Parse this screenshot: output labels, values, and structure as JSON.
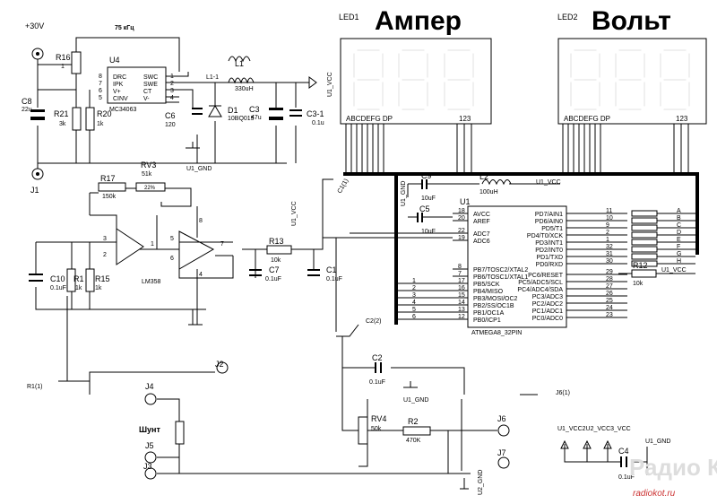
{
  "display_ammeter": {
    "ref": "LED1",
    "title": "Ампер",
    "segments": "ABCDEFG DP",
    "digits": "123"
  },
  "display_voltmeter": {
    "ref": "LED2",
    "title": "Вольт",
    "segments": "ABCDEFG DP",
    "digits": "123"
  },
  "power": {
    "supply": "+30V",
    "freq": "75 кГц",
    "net": "U1_VCC",
    "gnd": "U1_GND"
  },
  "converter": {
    "ref": "U4",
    "part": "MC34063",
    "pins_left": [
      "DRC",
      "IPK",
      "V+",
      "CINV"
    ],
    "pins_right": [
      "SWC",
      "SWE",
      "CT",
      "V-"
    ],
    "pin_nums_left": [
      "8",
      "7",
      "6",
      "5"
    ],
    "pin_nums_right": [
      "1",
      "2",
      "3",
      "4"
    ]
  },
  "passives": {
    "R16": {
      "ref": "R16",
      "val": "1"
    },
    "R21": {
      "ref": "R21",
      "val": "3k"
    },
    "R20": {
      "ref": "R20",
      "val": "1k"
    },
    "C8": {
      "ref": "C8",
      "val": "22u"
    },
    "C6": {
      "ref": "C6",
      "val": "120"
    },
    "L1": {
      "ref": "L1",
      "val": "330uH",
      "net": "L1-1"
    },
    "D1": {
      "ref": "D1",
      "val": "10BQ015"
    },
    "C3": {
      "ref": "C3",
      "val": "47u"
    },
    "C31": {
      "ref": "C3-1",
      "val": "0.1u"
    },
    "R17": {
      "ref": "R17",
      "val": "150k"
    },
    "RV3": {
      "ref": "RV3",
      "val": "51k",
      "pct": "22%"
    },
    "C10": {
      "ref": "C10",
      "val": "0.1uF"
    },
    "R1": {
      "ref": "R1",
      "val": "1k"
    },
    "R15": {
      "ref": "R15",
      "val": "1k"
    },
    "R13": {
      "ref": "R13",
      "val": "10k"
    },
    "C7": {
      "ref": "C7",
      "val": "0.1uF"
    },
    "C1": {
      "ref": "C1",
      "val": "0.1uF"
    },
    "C9": {
      "ref": "C9",
      "val": "10uF"
    },
    "L2": {
      "ref": "L2",
      "val": "100uH"
    },
    "C5": {
      "ref": "C5",
      "val": "10uF"
    },
    "R12": {
      "ref": "R12",
      "val": "10k"
    },
    "C2": {
      "ref": "C2",
      "val": "0.1uF"
    },
    "RV4": {
      "ref": "RV4",
      "val": "50k"
    },
    "R2": {
      "ref": "R2",
      "val": "470K"
    },
    "C4": {
      "ref": "C4",
      "val": "0.1uF"
    }
  },
  "opamp": {
    "ref": "LM358",
    "pins": [
      "3",
      "2",
      "1",
      "5",
      "6",
      "7",
      "8",
      "4"
    ]
  },
  "mcu": {
    "ref": "U1",
    "part": "ATMEGA8_32PIN",
    "left": [
      {
        "n": "18",
        "p": "AVCC"
      },
      {
        "n": "20",
        "p": "AREF"
      },
      {
        "n": "22",
        "p": "ADC7"
      },
      {
        "n": "19",
        "p": "ADC6"
      },
      {
        "n": "8",
        "p": "PB7/TOSC2/XTAL2"
      },
      {
        "n": "7",
        "p": "PB6/TOSC1/XTAL1"
      },
      {
        "n": "17",
        "p": "PB5/SCK"
      },
      {
        "n": "16",
        "p": "PB4/MISO"
      },
      {
        "n": "15",
        "p": "PB3/MOSI/OC2"
      },
      {
        "n": "14",
        "p": "PB2/SS/OC1B"
      },
      {
        "n": "13",
        "p": "PB1/OC1A"
      },
      {
        "n": "12",
        "p": "PB0/ICP1"
      }
    ],
    "right": [
      {
        "n": "11",
        "p": "PD7/AIN1"
      },
      {
        "n": "10",
        "p": "PD6/AIN0"
      },
      {
        "n": "9",
        "p": "PD5/T1"
      },
      {
        "n": "2",
        "p": "PD4/T0/XCK"
      },
      {
        "n": "1",
        "p": "PD3/INT1"
      },
      {
        "n": "32",
        "p": "PD2/INT0"
      },
      {
        "n": "31",
        "p": "PD1/TXD"
      },
      {
        "n": "30",
        "p": "PD0/RXD"
      },
      {
        "n": "29",
        "p": "PC6/RESET"
      },
      {
        "n": "28",
        "p": "PC5/ADC5/SCL"
      },
      {
        "n": "27",
        "p": "PC4/ADC4/SDA"
      },
      {
        "n": "26",
        "p": "PC3/ADC3"
      },
      {
        "n": "25",
        "p": "PC2/ADC2"
      },
      {
        "n": "24",
        "p": "PC1/ADC1"
      },
      {
        "n": "23",
        "p": "PC0/ADC0"
      }
    ]
  },
  "seg_letters": [
    "A",
    "B",
    "C",
    "D",
    "E",
    "F",
    "G",
    "H"
  ],
  "left_bus_nums": [
    "1",
    "2",
    "3",
    "4",
    "5",
    "6"
  ],
  "connectors": {
    "J1": "J1",
    "J2": "J2",
    "J3": "J3",
    "J4": "J4",
    "J5": "J5",
    "J6": "J6",
    "J7": "J7",
    "shunt": "Шунт"
  },
  "net_labels": {
    "c1_1": "C1(1)",
    "c2_2": "C2(2)",
    "r1_1": "R1(1)",
    "j6_1": "J6(1)",
    "vcc_row": "U1_VCC2U2_VCC3_VCC",
    "u2_gnd": "U2_GND"
  },
  "watermark": {
    "logo": "Радио КОТ",
    "url": "radiokot.ru"
  }
}
